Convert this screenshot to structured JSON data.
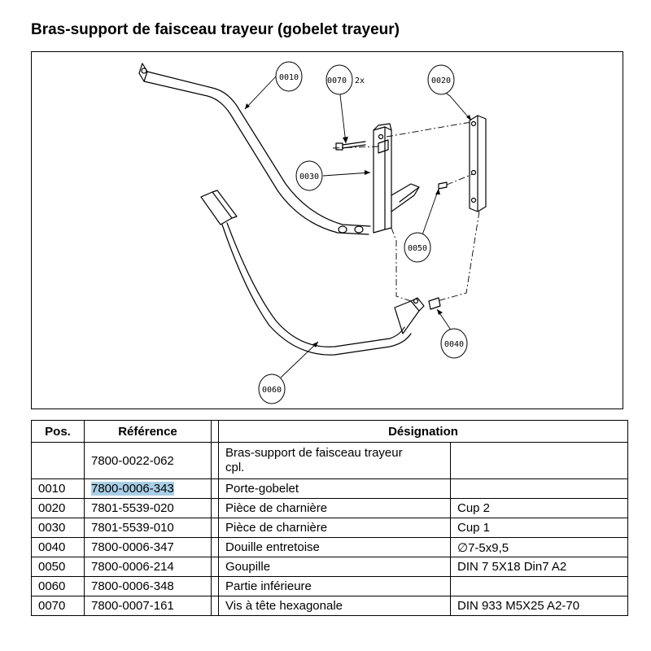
{
  "page_title": "Bras-support de faisceau trayeur (gobelet trayeur)",
  "callouts": {
    "c0010": "0010",
    "c0070": "0070",
    "c0070_qty": "2x",
    "c0020": "0020",
    "c0030": "0030",
    "c0050": "0050",
    "c0040": "0040",
    "c0060": "0060"
  },
  "table": {
    "headers": {
      "pos": "Pos.",
      "reference": "Référence",
      "designation": "Désignation"
    },
    "assembly": {
      "pos": "",
      "reference": "7800-0022-062",
      "designation_line1": "Bras-support de faisceau trayeur",
      "designation_line2": "cpl.",
      "spec": ""
    },
    "rows": [
      {
        "pos": "0010",
        "reference": "7800-0006-343",
        "designation": "Porte-gobelet",
        "spec": ""
      },
      {
        "pos": "0020",
        "reference": "7801-5539-020",
        "designation": "Pièce de charnière",
        "spec": "Cup 2"
      },
      {
        "pos": "0030",
        "reference": "7801-5539-010",
        "designation": "Pièce de charnière",
        "spec": "Cup 1"
      },
      {
        "pos": "0040",
        "reference": "7800-0006-347",
        "designation": "Douille entretoise",
        "spec": "∅7-5x9,5"
      },
      {
        "pos": "0050",
        "reference": "7800-0006-214",
        "designation": "Goupille",
        "spec": "DIN 7 5X18 Din7 A2"
      },
      {
        "pos": "0060",
        "reference": "7800-0006-348",
        "designation": "Partie inférieure",
        "spec": ""
      },
      {
        "pos": "0070",
        "reference": "7800-0007-161",
        "designation": "Vis à tête hexagonale",
        "spec": "DIN 933 M5X25 A2-70"
      }
    ]
  },
  "colors": {
    "highlight": "#a9cfe6"
  }
}
